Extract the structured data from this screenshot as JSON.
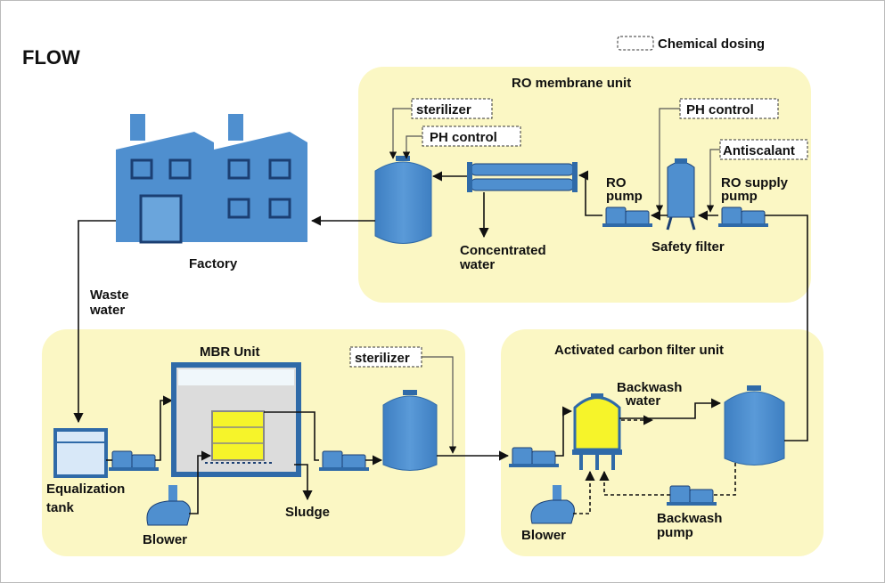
{
  "title": "FLOW",
  "legend": {
    "chemical_dosing": "Chemical dosing"
  },
  "units": {
    "ro": "RO membrane unit",
    "mbr": "MBR Unit",
    "carbon": "Activated carbon filter unit"
  },
  "labels": {
    "factory": "Factory",
    "waste_water_1": "Waste",
    "waste_water_2": "water",
    "equalization_1": "Equalization",
    "equalization_2": "tank",
    "blower_mbr": "Blower",
    "sludge": "Sludge",
    "blower_carbon": "Blower",
    "backwash_water_1": "Backwash",
    "backwash_water_2": "water",
    "backwash_pump_1": "Backwash",
    "backwash_pump_2": "pump",
    "concentrated_1": "Concentrated",
    "concentrated_2": "water",
    "ro_pump_1": "RO",
    "ro_pump_2": "pump",
    "safety_filter": "Safety filter",
    "ro_supply_1": "RO supply",
    "ro_supply_2": "pump"
  },
  "dosing": {
    "sterilizer_ro": "sterilizer",
    "ph_control_ro": "PH control",
    "ph_control_filter": "PH control",
    "antiscalant": "Antiscalant",
    "sterilizer_mbr": "sterilizer"
  },
  "colors": {
    "zone_fill": "#fbf7c4",
    "equipment_blue": "#4f8fcf",
    "equipment_dark": "#2f6aa8",
    "media_yellow": "#f6f42a",
    "line": "#111111"
  }
}
